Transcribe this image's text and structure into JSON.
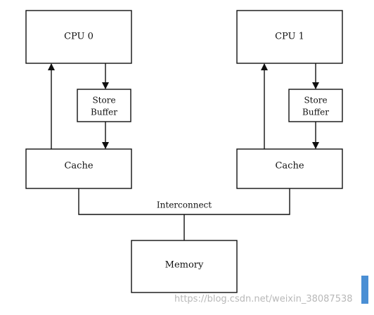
{
  "diagram": {
    "cpu0": {
      "label": "CPU 0"
    },
    "cpu1": {
      "label": "CPU 1"
    },
    "store_buffer0": {
      "line1": "Store",
      "line2": "Buffer"
    },
    "store_buffer1": {
      "line1": "Store",
      "line2": "Buffer"
    },
    "cache0": {
      "label": "Cache"
    },
    "cache1": {
      "label": "Cache"
    },
    "interconnect": {
      "label": "Interconnect"
    },
    "memory": {
      "label": "Memory"
    }
  },
  "watermark": "https://blog.csdn.net/weixin_38087538",
  "colors": {
    "stroke": "#111111",
    "background": "#ffffff",
    "watermark": "#b8b8b8",
    "scroll_tab": "#4a8fd4"
  }
}
